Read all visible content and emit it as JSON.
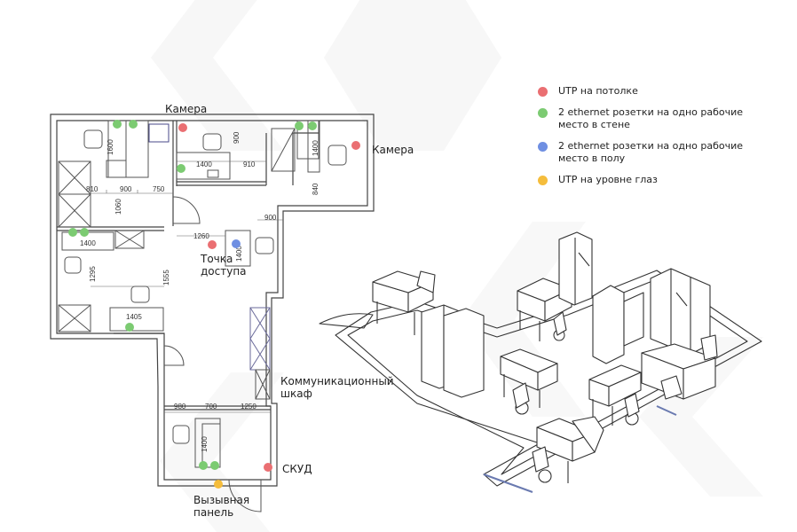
{
  "legend": {
    "items": [
      {
        "key": "utp-ceiling",
        "label": "UTP на потолке",
        "color": "#ea6f72"
      },
      {
        "key": "ethernet-wall",
        "label": "2 ethernet розетки на одно рабочие\nместо в стене",
        "color": "#7ccb72"
      },
      {
        "key": "ethernet-floor",
        "label": "2 ethernet розетки на одно рабочие\nместо в полу",
        "color": "#6f8fe2"
      },
      {
        "key": "utp-eye-level",
        "label": "UTP на уровне глаз",
        "color": "#f5bd3c"
      }
    ]
  },
  "plan": {
    "labels": {
      "camera_top": "Камера",
      "camera_right": "Камера",
      "access_point": "Точка\nдоступа",
      "comm_cabinet": "Коммуникационный\nшкаф",
      "skud": "СКУД",
      "call_panel": "Вызывная\nпанель"
    },
    "dimensions": {
      "d1600": "1600",
      "d900a": "900",
      "d750": "750",
      "d810": "810",
      "d1060": "1060",
      "d1400a": "1400",
      "d910": "910",
      "d900b": "900",
      "d1400b": "1400",
      "d840": "840",
      "d900c": "900",
      "d1260": "1260",
      "d1400c": "1400",
      "d1400d": "1400",
      "d1295": "1295",
      "d1555": "1555",
      "d1405": "1405",
      "d980": "980",
      "d700": "700",
      "d1250": "1250",
      "d1400e": "1400"
    }
  }
}
